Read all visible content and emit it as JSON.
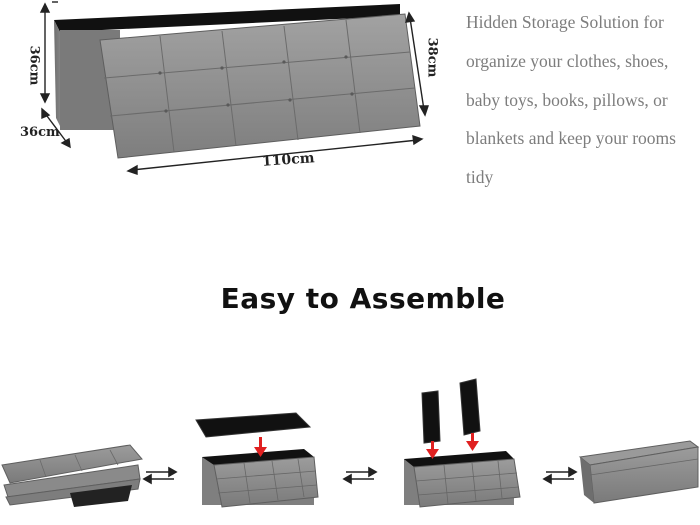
{
  "product": {
    "dimensions": {
      "height": "36cm",
      "depth": "36cm",
      "lid_height": "38cm",
      "length": "110cm"
    }
  },
  "description": {
    "lines": [
      "Hidden Storage Solution for",
      "organize your clothes, shoes,",
      "baby toys, books, pillows, or",
      "blankets and keep your rooms",
      "tidy"
    ]
  },
  "assembly": {
    "title": "Easy to Assemble"
  },
  "colors": {
    "ottoman_gray": "#8a8a8a",
    "ottoman_dark": "#6e6e6e",
    "interior_black": "#111111",
    "arrow_red": "#e02020",
    "text_gray": "#7d7d7d"
  },
  "icons": [
    "exchange-arrows-icon",
    "down-arrow-icon",
    "dimension-arrow-icon"
  ]
}
